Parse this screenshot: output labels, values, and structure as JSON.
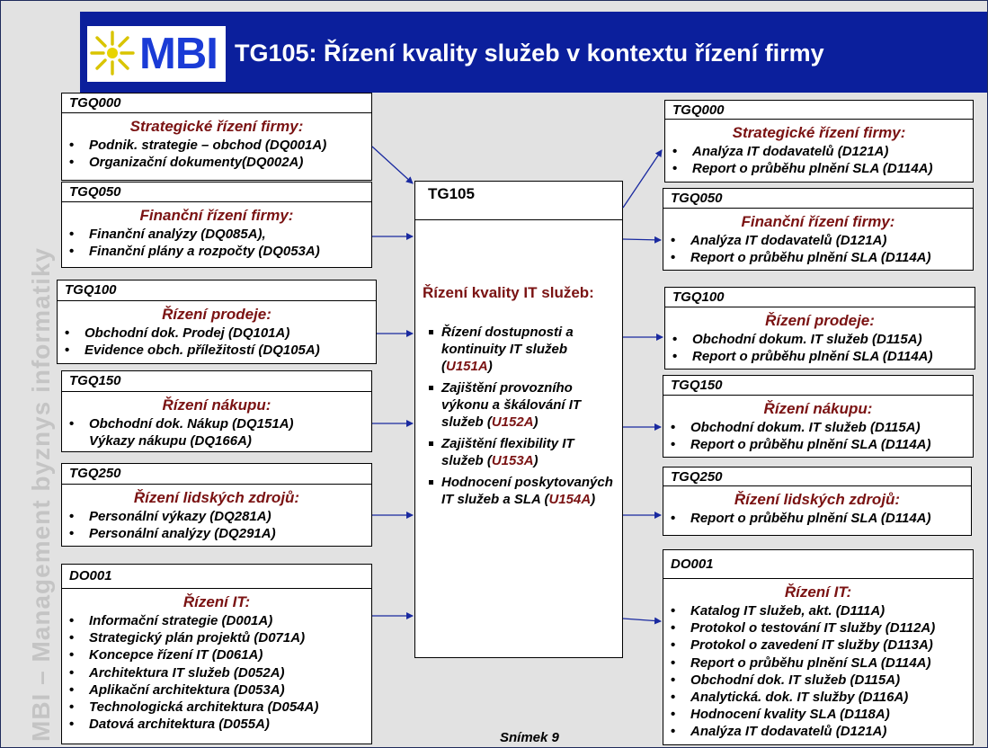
{
  "logo": {
    "text": "MBI"
  },
  "title": "TG105: Řízení kvality služeb v kontextu řízení firmy",
  "vertical_text": "MBI – Management byznys informatiky",
  "center": {
    "tag": "TG105",
    "heading": "Řízení kvality IT služeb:",
    "items": [
      {
        "text": "Řízení dostupnosti a kontinuity IT služeb (",
        "code": "U151A",
        "end": ")"
      },
      {
        "text": "Zajištění provozního výkonu a škálování IT služeb (",
        "code": "U152A",
        "end": ")"
      },
      {
        "text": "Zajištění flexibility IT služeb (",
        "code": "U153A",
        "end": ")"
      },
      {
        "text": "Hodnocení poskytovaných IT služeb a SLA (",
        "code": "U154A",
        "end": ")"
      }
    ]
  },
  "left_boxes": [
    {
      "tag": "TGQ000",
      "title": "Strategické řízení firmy:",
      "items": [
        {
          "text": "Podnik. strategie – obchod  (DQ001A)",
          "bullet": true
        },
        {
          "text": "Organizační dokumenty(DQ002A)",
          "bullet": true
        }
      ]
    },
    {
      "tag": "TGQ050",
      "title": "Finanční řízení firmy:",
      "items": [
        {
          "text": "Finanční analýzy (DQ085A),",
          "bullet": true
        },
        {
          "text": "Finanční plány a rozpočty (DQ053A)",
          "bullet": true
        }
      ]
    },
    {
      "tag": "TGQ100",
      "title": "Řízení prodeje:",
      "items": [
        {
          "text": "Obchodní dok. Prodej (DQ101A)",
          "bullet": true
        },
        {
          "text": "Evidence obch. příležitostí (DQ105A)",
          "bullet": true
        }
      ]
    },
    {
      "tag": "TGQ150",
      "title": "Řízení nákupu:",
      "items": [
        {
          "text": "Obchodní dok. Nákup (DQ151A)",
          "bullet": true
        },
        {
          "text": "Výkazy nákupu (DQ166A)",
          "bullet": false
        }
      ]
    },
    {
      "tag": "TGQ250",
      "title": "Řízení lidských zdrojů:",
      "items": [
        {
          "text": "Personální výkazy (DQ281A)",
          "bullet": true
        },
        {
          "text": "Personální analýzy (DQ291A)",
          "bullet": true
        }
      ]
    },
    {
      "tag": "DO001",
      "title": "Řízení IT:",
      "items": [
        {
          "text": "Informační strategie (D001A)",
          "bullet": true
        },
        {
          "text": "Strategický plán projektů (D071A)",
          "bullet": true
        },
        {
          "text": "Koncepce řízení IT (D061A)",
          "bullet": true
        },
        {
          "text": "Architektura IT služeb (D052A)",
          "bullet": true
        },
        {
          "text": "Aplikační architektura (D053A)",
          "bullet": true
        },
        {
          "text": "Technologická architektura (D054A)",
          "bullet": true
        },
        {
          "text": "Datová architektura (D055A)",
          "bullet": true
        }
      ]
    }
  ],
  "right_boxes": [
    {
      "tag": "TGQ000",
      "title": "Strategické řízení firmy:",
      "items": [
        {
          "text": "Analýza IT dodavatelů (D121A)",
          "bullet": true
        },
        {
          "text": "Report o průběhu plnění SLA (D114A)",
          "bullet": true
        }
      ]
    },
    {
      "tag": "TGQ050",
      "title": "Finanční řízení firmy:",
      "items": [
        {
          "text": "Analýza IT dodavatelů (D121A)",
          "bullet": true
        },
        {
          "text": "Report o průběhu plnění SLA (D114A)",
          "bullet": true
        }
      ]
    },
    {
      "tag": "TGQ100",
      "title": "Řízení prodeje:",
      "items": [
        {
          "text": "Obchodní dokum. IT služeb (D115A)",
          "bullet": true
        },
        {
          "text": "Report o průběhu plnění SLA (D114A)",
          "bullet": true
        }
      ]
    },
    {
      "tag": "TGQ150",
      "title": "Řízení nákupu:",
      "items": [
        {
          "text": "Obchodní dokum. IT služeb (D115A)",
          "bullet": true
        },
        {
          "text": "Report o průběhu plnění SLA (D114A)",
          "bullet": true
        }
      ]
    },
    {
      "tag": "TGQ250",
      "title": "Řízení lidských zdrojů:",
      "items": [
        {
          "text": "Report o průběhu plnění SLA (D114A)",
          "bullet": true
        }
      ]
    },
    {
      "tag": "DO001",
      "title": "Řízení IT:",
      "items": [
        {
          "text": "Katalog IT služeb, akt. (D111A)",
          "bullet": true
        },
        {
          "text": "Protokol o testování IT služby (D112A)",
          "bullet": true
        },
        {
          "text": "Protokol o zavedení IT služby (D113A)",
          "bullet": true
        },
        {
          "text": "Report o průběhu plnění SLA (D114A)",
          "bullet": true
        },
        {
          "text": "Obchodní dok. IT služeb (D115A)",
          "bullet": true
        },
        {
          "text": "Analytická. dok. IT služby (D116A)",
          "bullet": true
        },
        {
          "text": "Hodnocení kvality SLA (D118A)",
          "bullet": true
        },
        {
          "text": "Analýza IT dodavatelů (D121A)",
          "bullet": true
        }
      ]
    }
  ],
  "footer": "Snímek  9"
}
